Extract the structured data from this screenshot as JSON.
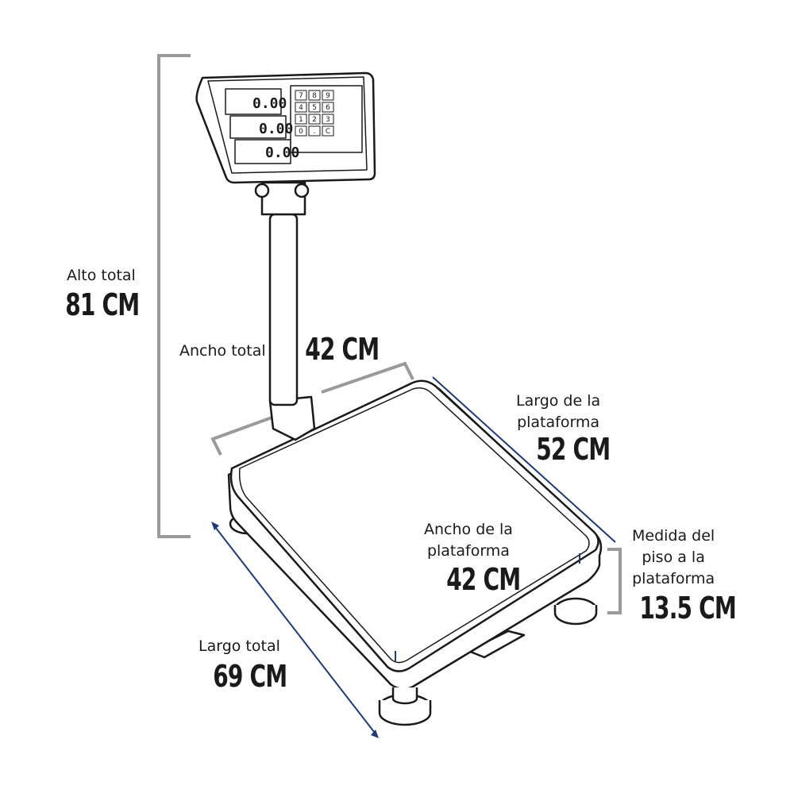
{
  "display": {
    "readout_1": "0.00",
    "readout_2": "0.00",
    "readout_3": "0.00",
    "keypad_keys": [
      "7",
      "8",
      "9",
      "4",
      "5",
      "6",
      "1",
      "2",
      "3",
      "0",
      ".",
      "C"
    ]
  },
  "dimensions": {
    "total_height": {
      "label": "Alto total",
      "value": "81 CM"
    },
    "total_width": {
      "label": "Ancho total",
      "value": "42 CM"
    },
    "platform_length": {
      "label_line1": "Largo de la",
      "label_line2": "plataforma",
      "value": "52 CM"
    },
    "platform_width": {
      "label_line1": "Ancho de la",
      "label_line2": "plataforma",
      "value": "42 CM"
    },
    "floor_to_platform": {
      "label_line1": "Medida del",
      "label_line2": "piso a la",
      "label_line3": "plataforma",
      "value": "13.5 CM"
    },
    "total_length": {
      "label": "Largo total",
      "value": "69 CM"
    }
  },
  "colors": {
    "gray_bracket": "#9a9a9a",
    "blue_line": "#1f3a7a",
    "outline": "#1a1a1a"
  }
}
